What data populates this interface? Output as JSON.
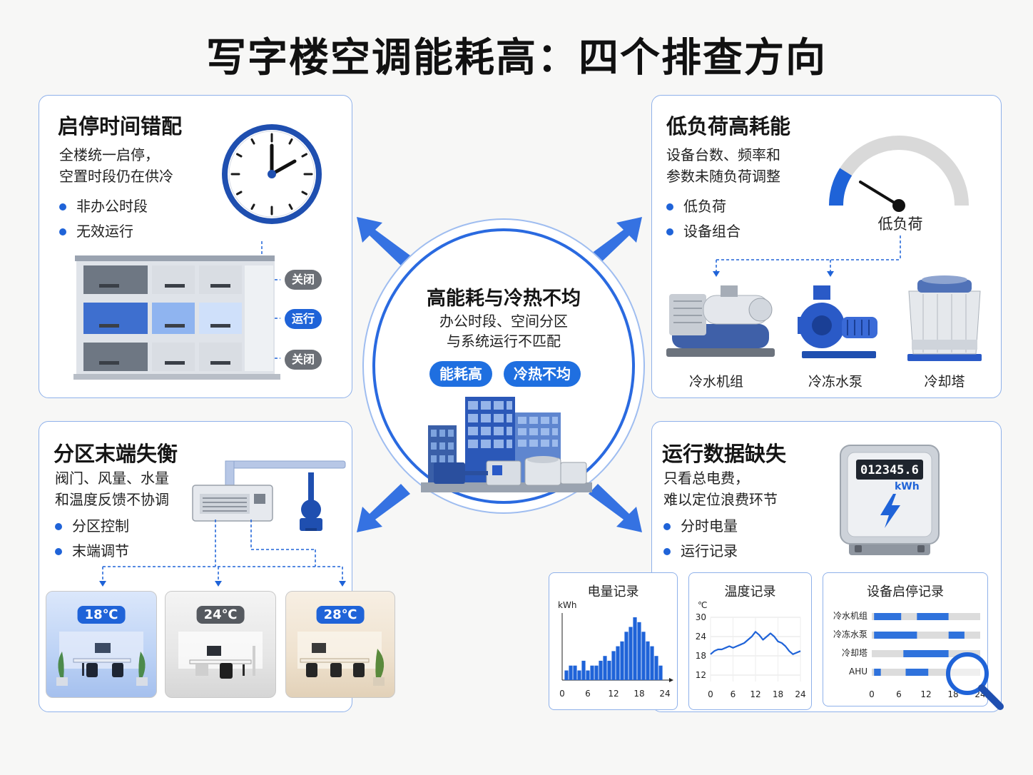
{
  "title": "写字楼空调能耗高：四个排查方向",
  "center": {
    "title": "高能耗与冷热不均",
    "desc_line1": "办公时段、空间分区",
    "desc_line2": "与系统运行不匹配",
    "pill1": "能耗高",
    "pill2": "冷热不均"
  },
  "panel_schedule": {
    "title": "启停时间错配",
    "desc_line1": "全楼统一启停，",
    "desc_line2": "空置时段仍在供冷",
    "bullets": [
      "非办公时段",
      "无效运行"
    ],
    "floor_tags": [
      "关闭",
      "运行",
      "关闭"
    ],
    "icons": [
      "clock-icon",
      "office-building-icon"
    ]
  },
  "panel_lowload": {
    "title": "低负荷高耗能",
    "desc_line1": "设备台数、频率和",
    "desc_line2": "参数未随负荷调整",
    "bullets": [
      "低负荷",
      "设备组合"
    ],
    "gauge_label": "低负荷",
    "gauge_fraction": 0.18,
    "equipment": [
      "冷水机组",
      "冷冻水泵",
      "冷却塔"
    ]
  },
  "panel_zone": {
    "title": "分区末端失衡",
    "desc_line1": "阀门、风量、水量",
    "desc_line2": "和温度反馈不协调",
    "bullets": [
      "分区控制",
      "末端调节"
    ],
    "rooms": [
      "18℃",
      "24℃",
      "28℃"
    ]
  },
  "panel_data": {
    "title": "运行数据缺失",
    "desc_line1": "只看总电费，",
    "desc_line2": "难以定位浪费环节",
    "bullets": [
      "分时电量",
      "运行记录"
    ],
    "meter_reading": "012345.6",
    "meter_unit": "kWh"
  },
  "chart_data": [
    {
      "type": "bar",
      "title": "电量记录",
      "ylabel": "kWh",
      "x_ticks": [
        "0",
        "6",
        "12",
        "18",
        "24"
      ],
      "x": [
        1,
        2,
        3,
        4,
        5,
        6,
        7,
        8,
        9,
        10,
        11,
        12,
        13,
        14,
        15,
        16,
        17,
        18,
        19,
        20,
        21,
        22,
        23
      ],
      "values": [
        2,
        3,
        3,
        2,
        4,
        2,
        3,
        3,
        4,
        5,
        4,
        6,
        7,
        8,
        10,
        11,
        13,
        12,
        10,
        8,
        7,
        5,
        3
      ]
    },
    {
      "type": "line",
      "title": "温度记录",
      "ylabel": "℃",
      "ylim": [
        10,
        30
      ],
      "y_ticks": [
        "30",
        "24",
        "18",
        "12"
      ],
      "x_ticks": [
        "0",
        "6",
        "12",
        "18",
        "24"
      ],
      "x": [
        0,
        1,
        2,
        3,
        4,
        5,
        6,
        7,
        8,
        9,
        10,
        11,
        12,
        13,
        14,
        15,
        16,
        17,
        18,
        19,
        20,
        21,
        22,
        23,
        24
      ],
      "values": [
        18.5,
        19.5,
        20,
        20,
        20.5,
        21,
        20.5,
        21,
        21.5,
        22,
        23,
        24,
        25.5,
        24.5,
        23,
        24,
        25,
        24,
        22.5,
        22,
        21,
        19.5,
        18.5,
        19,
        19.5
      ]
    },
    {
      "type": "gantt",
      "title": "设备启停记录",
      "categories": [
        "冷水机组",
        "冷冻水泵",
        "冷却塔",
        "AHU"
      ],
      "x_ticks": [
        "0",
        "6",
        "12",
        "18",
        "24"
      ],
      "runs": [
        [
          [
            0.5,
            6.5
          ],
          [
            10,
            17
          ]
        ],
        [
          [
            0.5,
            10
          ],
          [
            17,
            20.5
          ]
        ],
        [
          [
            7,
            17
          ]
        ],
        [
          [
            0.5,
            2
          ],
          [
            7.5,
            12.5
          ]
        ]
      ]
    }
  ],
  "colors": {
    "accent": "#1f63d8",
    "border": "#8fb1ea",
    "off": "#6b6f76"
  }
}
